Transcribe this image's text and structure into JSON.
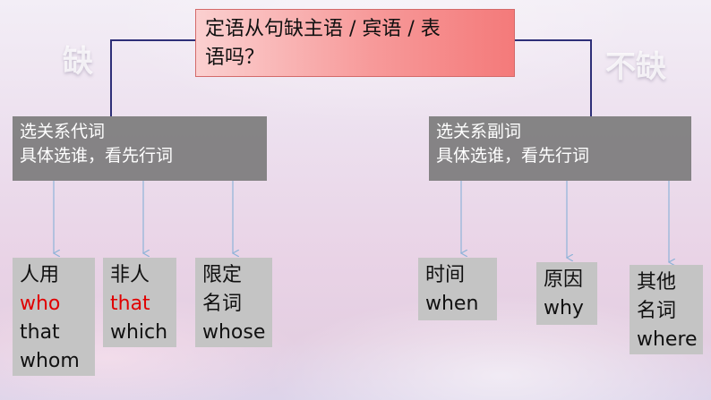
{
  "title": {
    "line1": "定语从句缺主语 / 宾语 / 表",
    "line2": "语吗？"
  },
  "ghost": {
    "left": "缺",
    "right": "不缺"
  },
  "left_branch": {
    "line1": "选关系代词",
    "line2": "具体选谁，看先行词",
    "leaves": [
      {
        "head": "人用",
        "w1": "who",
        "w2": "that",
        "w3": "whom"
      },
      {
        "head": "非人",
        "w1": "that",
        "w2": "which"
      },
      {
        "head1": "限定",
        "head2": "名词",
        "w1": "whose"
      }
    ]
  },
  "right_branch": {
    "line1": "选关系副词",
    "line2": "具体选谁，看先行词",
    "leaves": [
      {
        "head": "时间",
        "w1": "when"
      },
      {
        "head": "原因",
        "w1": "why"
      },
      {
        "head1": "其他",
        "head2": "名词",
        "w1": "where"
      }
    ]
  },
  "colors": {
    "highlight": "#e00000",
    "connector": "#2e2f78",
    "arrow": "#8fb4d8"
  }
}
